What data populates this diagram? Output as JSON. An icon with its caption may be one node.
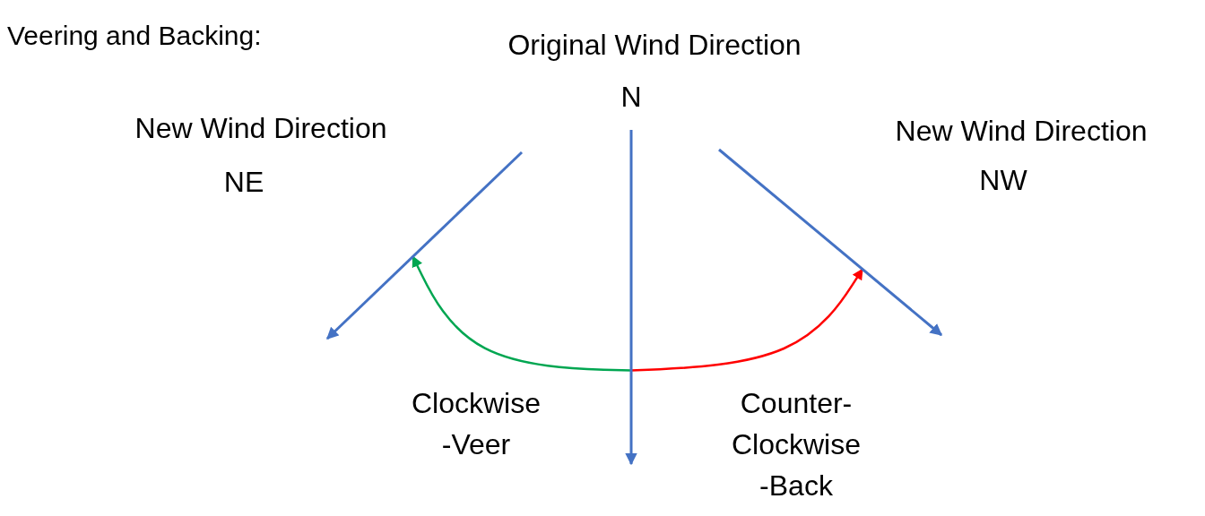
{
  "diagram": {
    "title": "Veering and Backing:",
    "nodes": [
      {
        "text": [],
        "shape": "arrow"
      },
      {
        "text": [],
        "shape": "arrow"
      },
      {
        "text": [],
        "shape": "arrow"
      }
    ],
    "edges": [
      {
        "from": 1,
        "to": 0,
        "arrow": "to",
        "color": "#00a651"
      },
      {
        "from": 1,
        "to": 2,
        "arrow": "to",
        "color": "#ff0000"
      }
    ],
    "labels": [
      "Original Wind Direction",
      "N",
      "New Wind Direction",
      "NE",
      "New Wind Direction",
      "NW",
      "Clockwise -Veer",
      "Counter- Clockwise -Back"
    ]
  }
}
